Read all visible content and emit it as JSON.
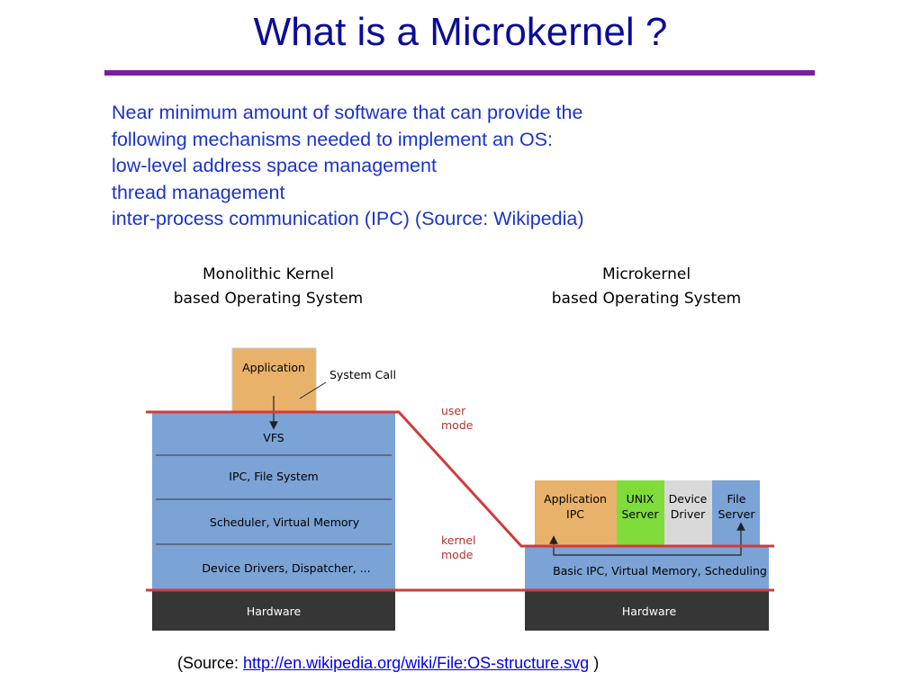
{
  "slide": {
    "title": "What is a Microkernel ?",
    "bullets": [
      "Near minimum amount of software that can provide the",
      "following mechanisms needed to implement an OS:",
      "low-level address space management",
      "thread management",
      "inter-process communication (IPC) (Source: Wikipedia)"
    ]
  },
  "monolithic": {
    "title_line1": "Monolithic Kernel",
    "title_line2": "based Operating System",
    "application": "Application",
    "system_call": "System Call",
    "layers": [
      "VFS",
      "IPC, File System",
      "Scheduler, Virtual Memory",
      "Device Drivers, Dispatcher, ..."
    ],
    "hardware": "Hardware"
  },
  "modes": {
    "user_line1": "user",
    "user_line2": "mode",
    "kernel_line1": "kernel",
    "kernel_line2": "mode"
  },
  "microkernel": {
    "title_line1": "Microkernel",
    "title_line2": "based Operating System",
    "servers": [
      {
        "line1": "Application",
        "line2": "IPC",
        "color": "#e8b26a"
      },
      {
        "line1": "UNIX",
        "line2": "Server",
        "color": "#7fdc3b"
      },
      {
        "line1": "Device",
        "line2": "Driver",
        "color": "#d9d9d9"
      },
      {
        "line1": "File",
        "line2": "Server",
        "color": "#7ba3d6"
      }
    ],
    "kernel": "Basic IPC, Virtual Memory, Scheduling",
    "hardware": "Hardware"
  },
  "source": {
    "prefix": "(Source: ",
    "link": "http://en.wikipedia.org/wiki/File:OS-structure.svg",
    "suffix": " )"
  },
  "colors": {
    "title": "#0b0b99",
    "rule": "#7b1fa2",
    "body_text": "#1a33cc",
    "kernel_blue": "#7ba3d6",
    "hardware": "#363636",
    "mode_line": "#d13b3b",
    "mode_text": "#b5322f"
  }
}
